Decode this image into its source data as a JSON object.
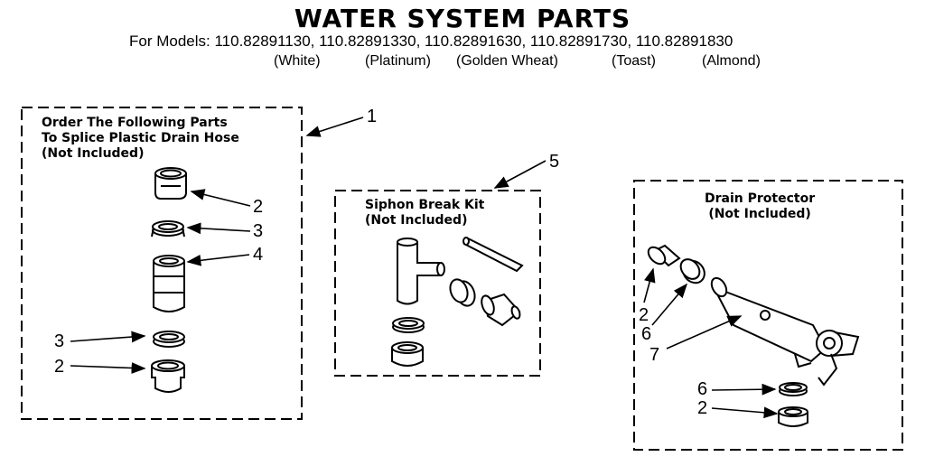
{
  "title": "WATER SYSTEM PARTS",
  "models_line": "For Models: 110.82891130, 110.82891330, 110.82891630, 110.82891730, 110.82891830",
  "colors": [
    "(White)",
    "(Platinum)",
    "(Golden Wheat)",
    "(Toast)",
    "(Almond)"
  ],
  "boxes": {
    "splice": {
      "line1": "Order The Following Parts",
      "line2": "To Splice Plastic Drain Hose",
      "line3": "(Not Included)"
    },
    "siphon": {
      "line1": "Siphon Break Kit",
      "line2": "(Not Included)"
    },
    "drain": {
      "line1": "Drain Protector",
      "line2": "(Not Included)"
    }
  },
  "callouts": {
    "c1": "1",
    "c2a": "2",
    "c3a": "3",
    "c4": "4",
    "c3b": "3",
    "c2b": "2",
    "c5": "5",
    "c2c": "2",
    "c6a": "6",
    "c7": "7",
    "c6b": "6",
    "c2d": "2"
  }
}
